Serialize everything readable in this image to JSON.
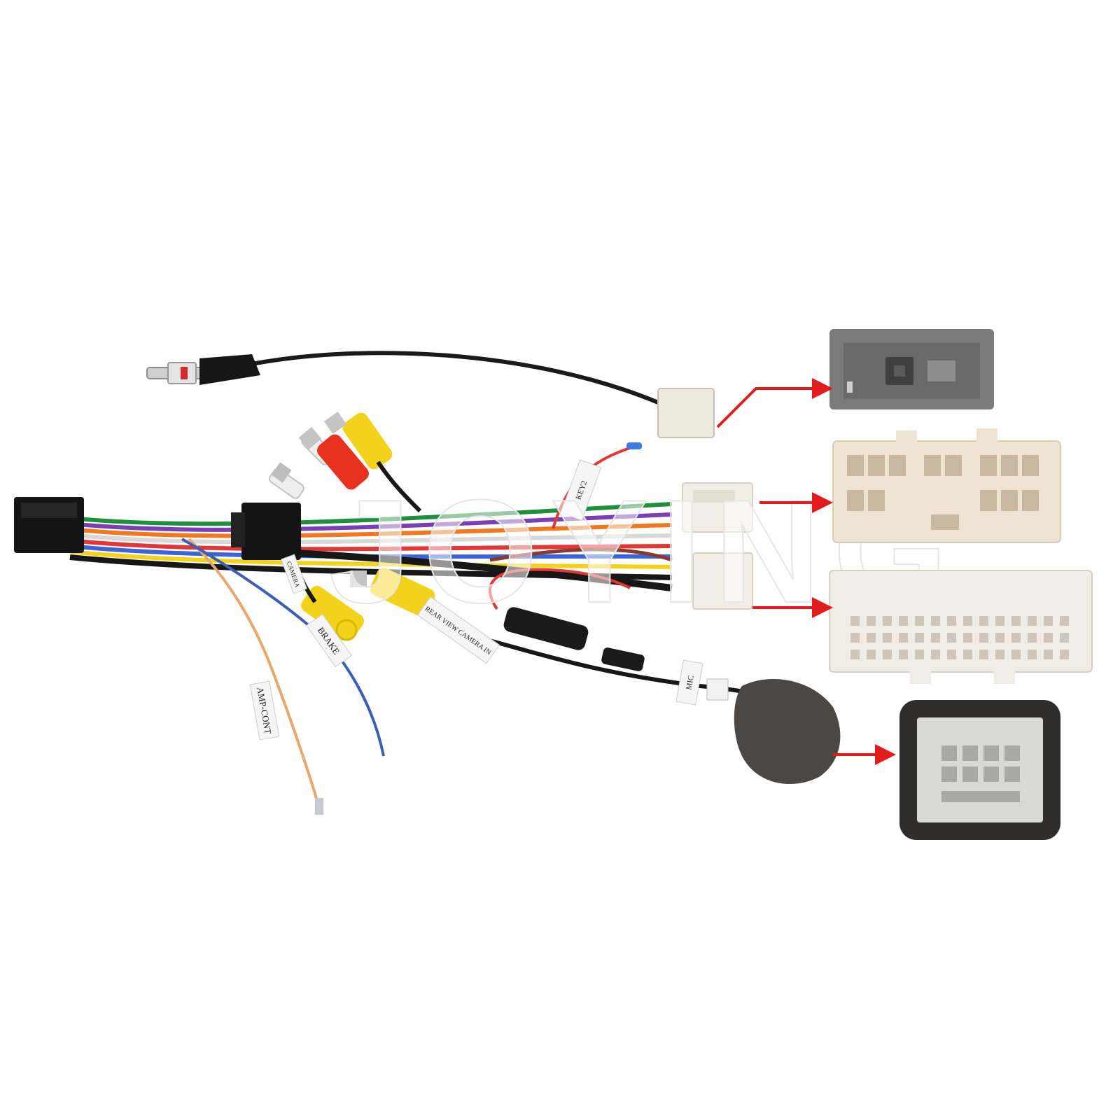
{
  "photo": {
    "watermark": "JOYING",
    "wire_tags": {
      "amp": "AMP-CONT",
      "brake": "BRAKE",
      "camera_in": "REAR VIEW CAMERA IN",
      "camera": "CAMERA",
      "key": "KEY2",
      "mic": "MIC"
    }
  },
  "colors": {
    "background": "#ffffff",
    "arrow": "#e01c1c",
    "rca_yellow": "#f2d21b",
    "rca_red": "#e8321e",
    "connector_beige": "#efe4d4",
    "connector_gray": "#7b7b7b",
    "foam": "#4a4744"
  }
}
